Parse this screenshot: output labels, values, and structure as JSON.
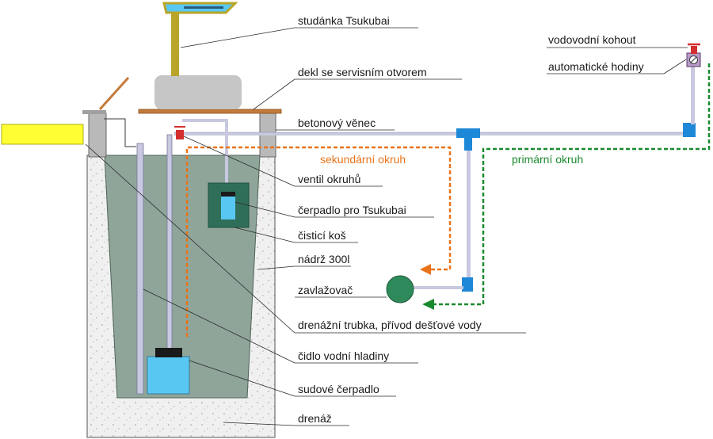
{
  "labels": {
    "fountain": "studánka Tsukubai",
    "lid": "dekl se servisním otvorem",
    "ring": "betonový věnec",
    "valve": "ventil okruhů",
    "pump": "čerpadlo pro Tsukubai",
    "basket": "čisticí koš",
    "tank": "nádrž 300l",
    "sprinkler": "zavlažovač",
    "drain_pipe": "drenážní trubka, přívod dešťové vody",
    "level_sensor": "čidlo vodní hladiny",
    "barrel_pump": "sudové čerpadlo",
    "drainage": "drenáž",
    "tap": "vodovodní kohout",
    "timer": "automatické hodiny"
  },
  "circuits": {
    "secondary": {
      "label": "sekundární okruh",
      "color": "#e9731a"
    },
    "primary": {
      "label": "primární okruh",
      "color": "#1a8a2e"
    }
  },
  "colors": {
    "water": "#8fa59a",
    "gravel": "#ececec",
    "pipe_blue": "#1e88d8",
    "lid_brown": "#c47a3a",
    "fountain_olive": "#b8a52a",
    "valve_red": "#d32f2f",
    "yellow_board": "#ffff33",
    "pump_cyan": "#58c7f2"
  }
}
